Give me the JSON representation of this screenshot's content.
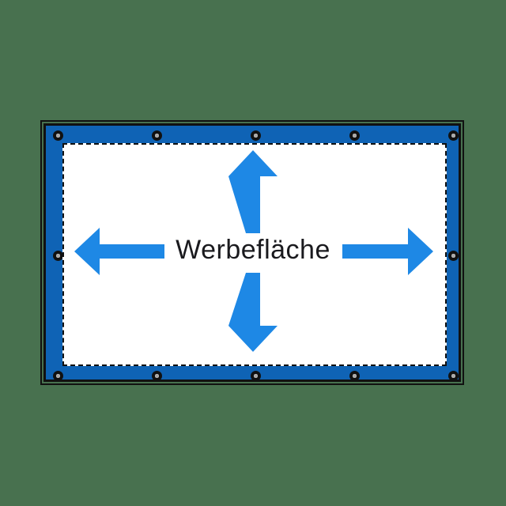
{
  "colors": {
    "background": "#48714f",
    "frame-blue": "#0f63b5",
    "arrow-blue": "#1e88e5",
    "surface-white": "#ffffff",
    "outline-black": "#111111",
    "grommet-gray": "#a9a9a9",
    "text-black": "#1a1a1e"
  },
  "banner": {
    "label": "Werbefläche",
    "grommet_count": 12,
    "icons": {
      "arrow-up": "triangle-head arrow pointing up",
      "arrow-down": "triangle-head arrow pointing down",
      "arrow-left": "triangle-head arrow pointing left",
      "arrow-right": "triangle-head arrow pointing right"
    }
  }
}
